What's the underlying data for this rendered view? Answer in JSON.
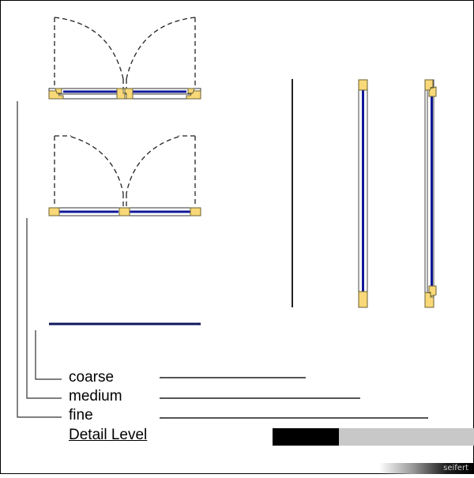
{
  "legend": {
    "title": "Detail Level",
    "levels": [
      {
        "label": "coarse"
      },
      {
        "label": "medium"
      },
      {
        "label": "fine"
      }
    ]
  },
  "colors": {
    "frame_fill": "#f8d878",
    "frame_stroke": "#6b6232",
    "glass": "#101898",
    "line": "#000000",
    "leader_line": "#555555",
    "bar_dark": "#000000",
    "bar_light": "#c8c8c8"
  },
  "watermark": {
    "text": "seifert"
  }
}
